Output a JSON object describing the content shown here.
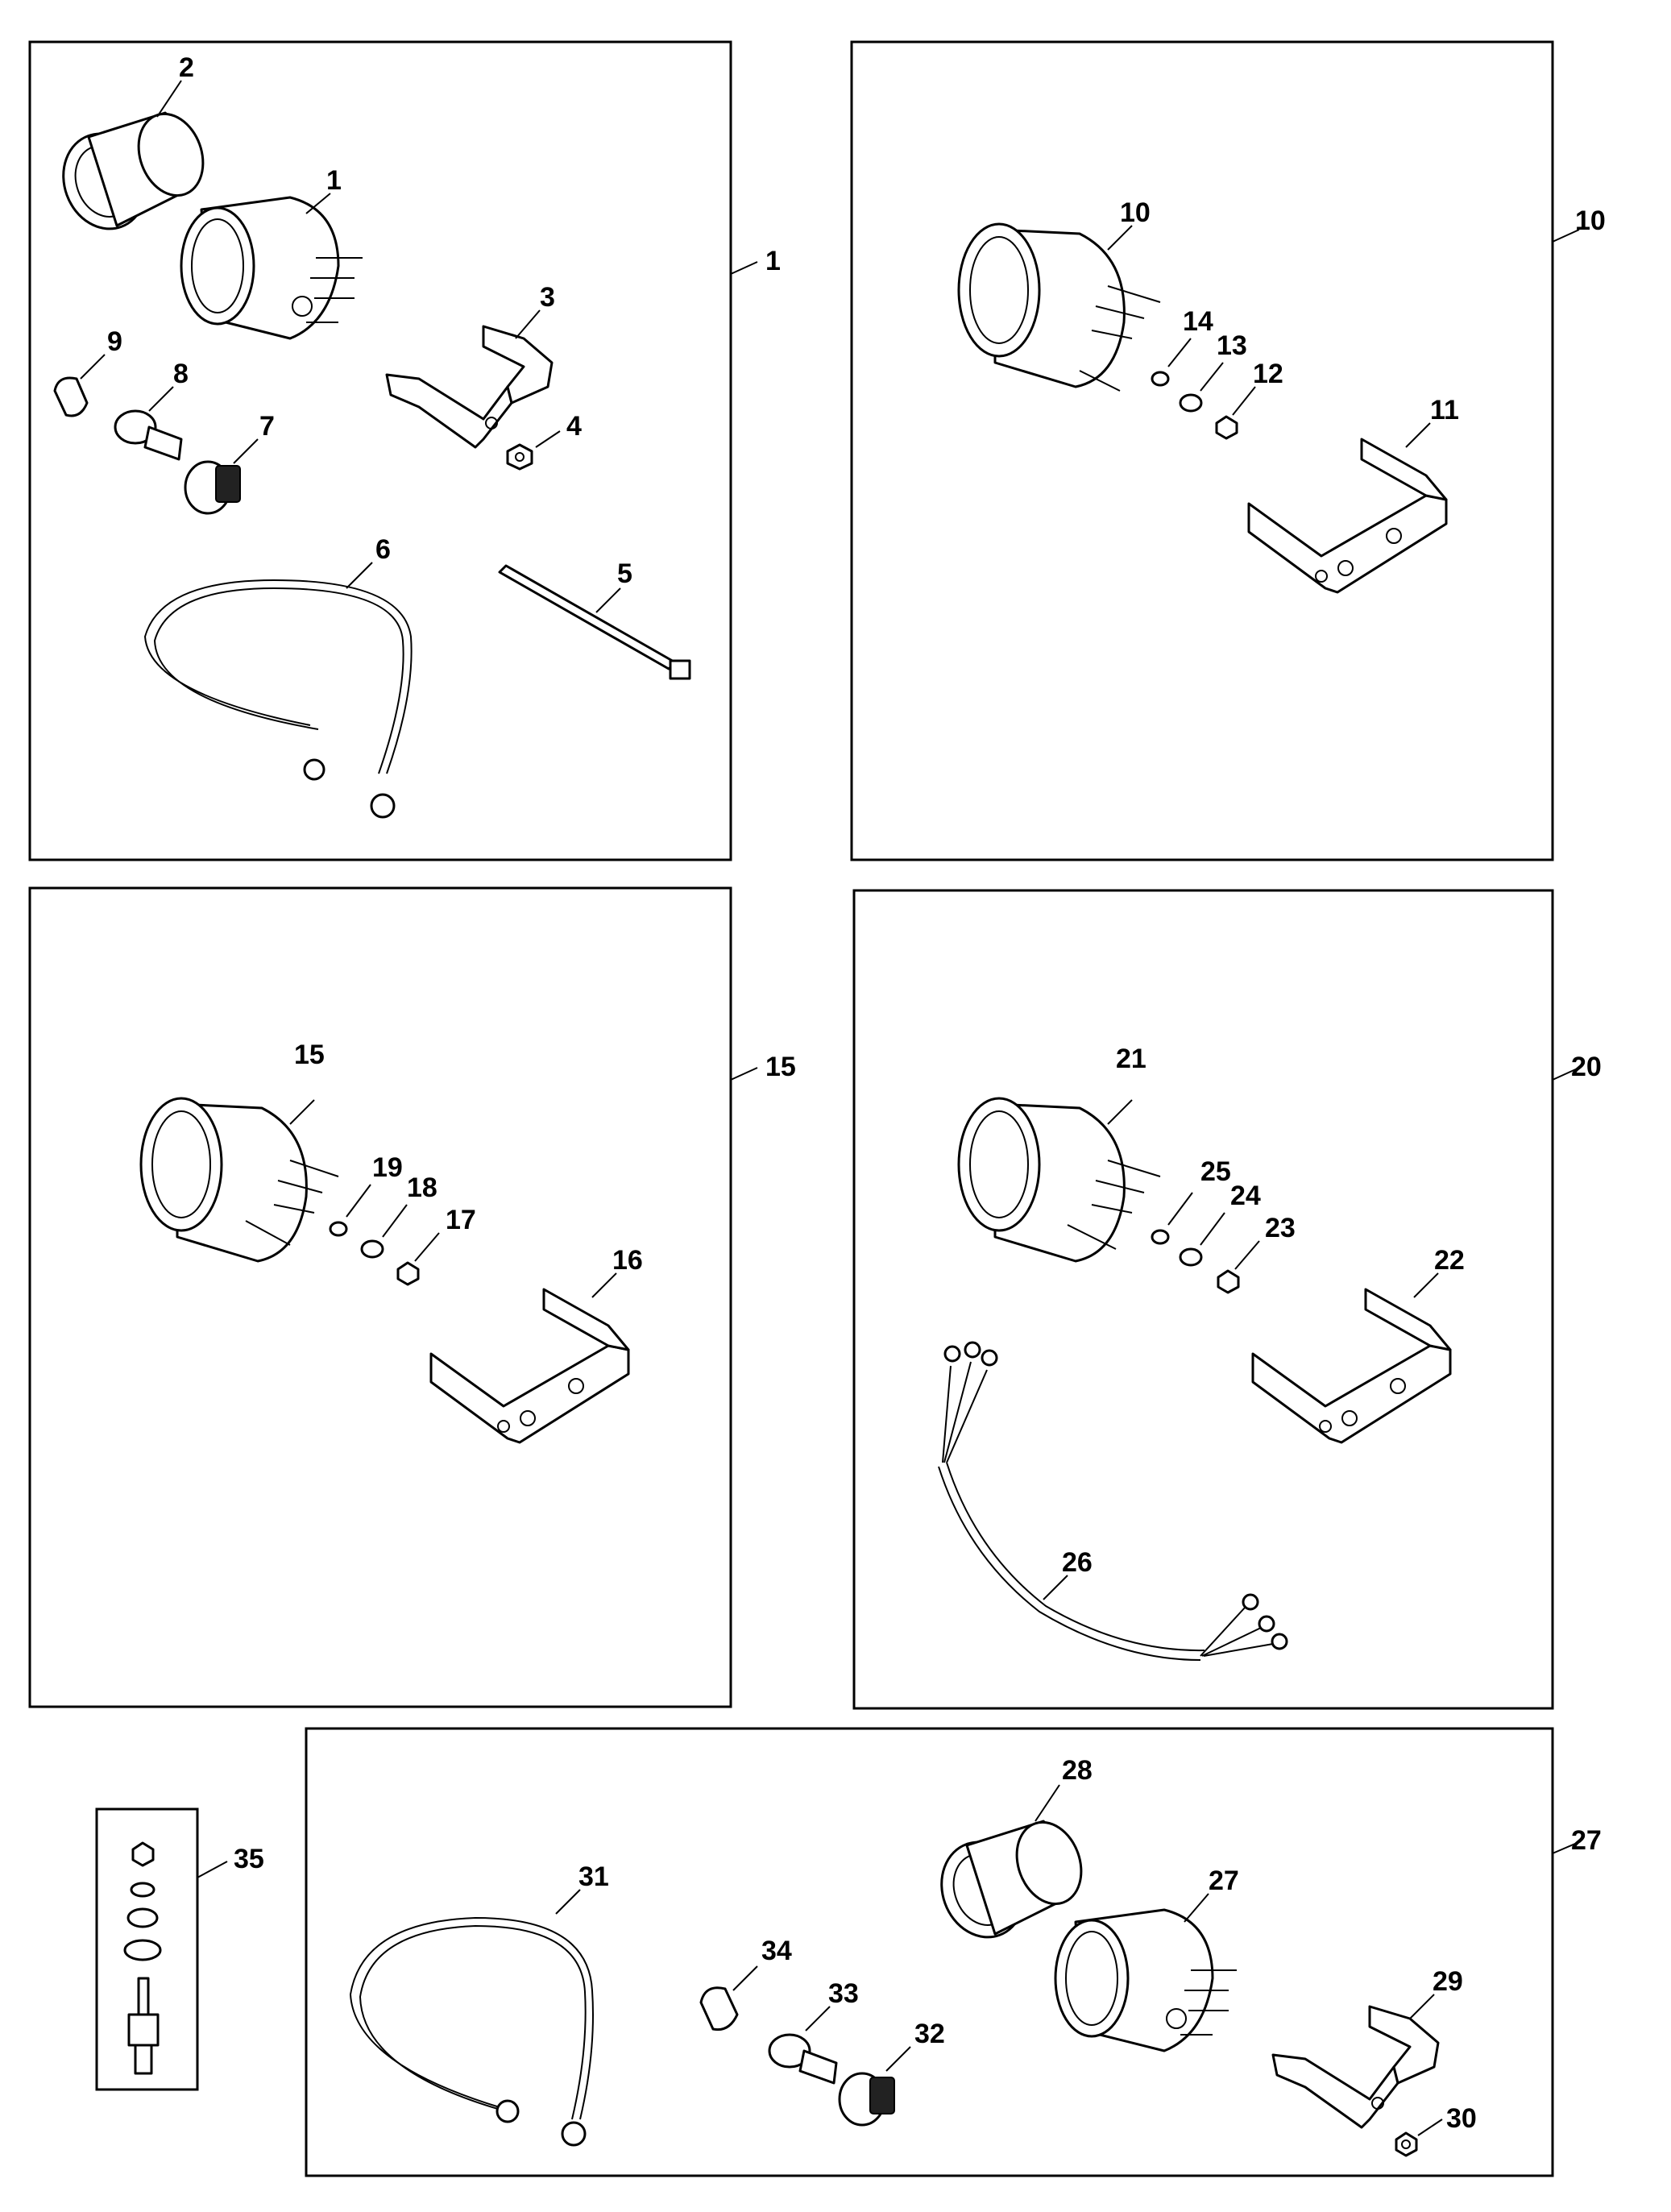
{
  "labels": {
    "p1": "1",
    "p2": "2",
    "p3": "3",
    "p4": "4",
    "p5": "5",
    "p6": "6",
    "p7": "7",
    "p8": "8",
    "p9": "9",
    "p10": "10",
    "p11": "11",
    "p12": "12",
    "p13": "13",
    "p14": "14",
    "p15": "15",
    "p16": "16",
    "p17": "17",
    "p18": "18",
    "p19": "19",
    "p20": "20",
    "p21": "21",
    "p22": "22",
    "p23": "23",
    "p24": "24",
    "p25": "25",
    "p26": "26",
    "p27": "27",
    "p28": "28",
    "p29": "29",
    "p30": "30",
    "p31": "31",
    "p32": "32",
    "p33": "33",
    "p34": "34",
    "p35": "35"
  },
  "groups": {
    "g1": "1",
    "g10": "10",
    "g15": "15",
    "g20": "20",
    "g27": "27"
  }
}
